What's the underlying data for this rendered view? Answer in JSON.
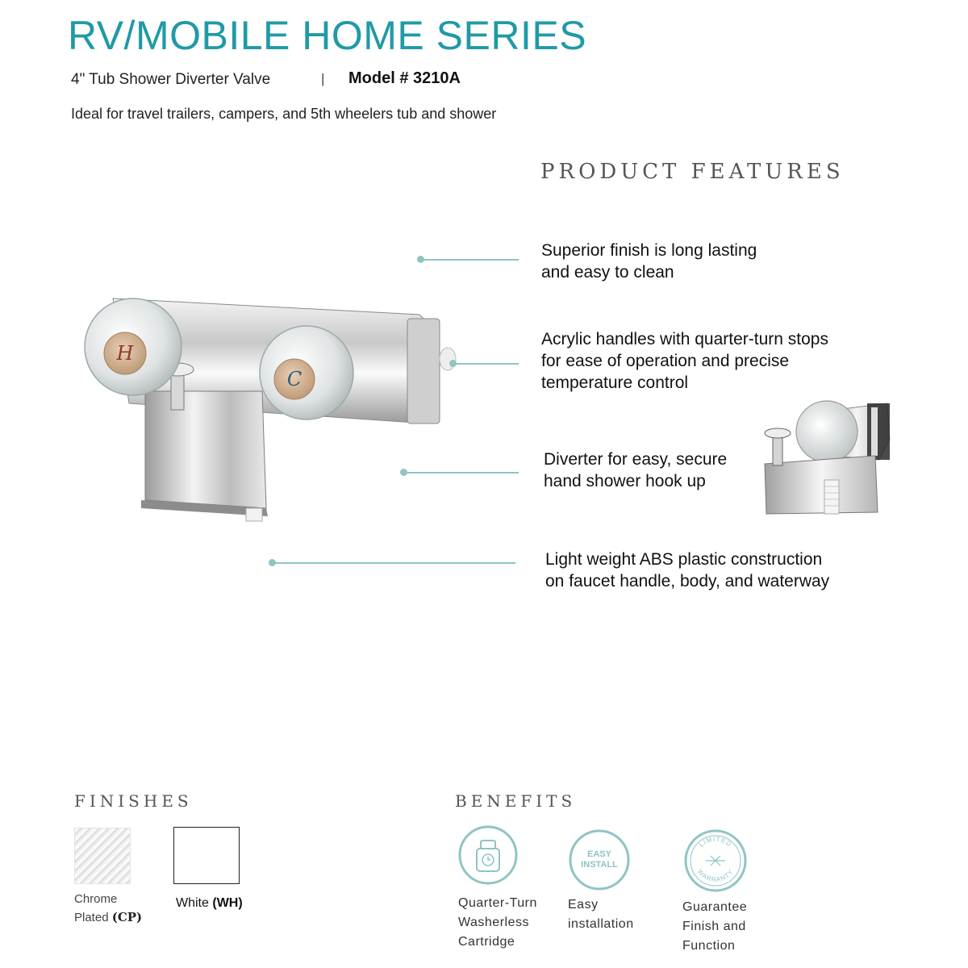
{
  "header": {
    "series_title": "RV/MOBILE HOME SERIES",
    "subtitle": "4\" Tub Shower Diverter Valve",
    "separator": "|",
    "model": "Model # 3210A",
    "tagline": "Ideal for travel trailers, campers, and 5th wheelers tub and shower"
  },
  "features": {
    "heading": "PRODUCT FEATURES",
    "items": [
      {
        "line1": "Superior finish is long lasting",
        "line2": "and easy to clean"
      },
      {
        "line1": "Acrylic handles with quarter-turn stops",
        "line2": "for ease of operation and precise",
        "line3": "temperature control"
      },
      {
        "line1": "Diverter for easy, secure",
        "line2": "hand shower hook up"
      },
      {
        "line1": "Light weight ABS plastic construction",
        "line2": "on faucet handle, body, and waterway"
      }
    ]
  },
  "product": {
    "hot_label": "H",
    "cold_label": "C"
  },
  "finishes": {
    "heading": "FINISHES",
    "chrome_line1": "Chrome",
    "chrome_line2": "Plated",
    "chrome_code": "(CP)",
    "white_label": "White",
    "white_code": "(WH)"
  },
  "benefits": {
    "heading": "BENEFITS",
    "items": [
      {
        "icon": "cartridge-icon",
        "line1": "Quarter-Turn",
        "line2": "Washerless",
        "line3": "Cartridge"
      },
      {
        "icon": "easy-install-icon",
        "badge_line1": "EASY",
        "badge_line2": "INSTALL",
        "line1": "Easy",
        "line2": "installation"
      },
      {
        "icon": "warranty-icon",
        "badge_top": "LIMITED",
        "badge_bottom": "WARRANTY",
        "line1": "Guarantee",
        "line2": "Finish and",
        "line3": "Function"
      }
    ]
  },
  "colors": {
    "accent_teal": "#1f9aa6",
    "leader_teal": "#8fc4c4",
    "badge_teal": "#8fc4c4"
  }
}
